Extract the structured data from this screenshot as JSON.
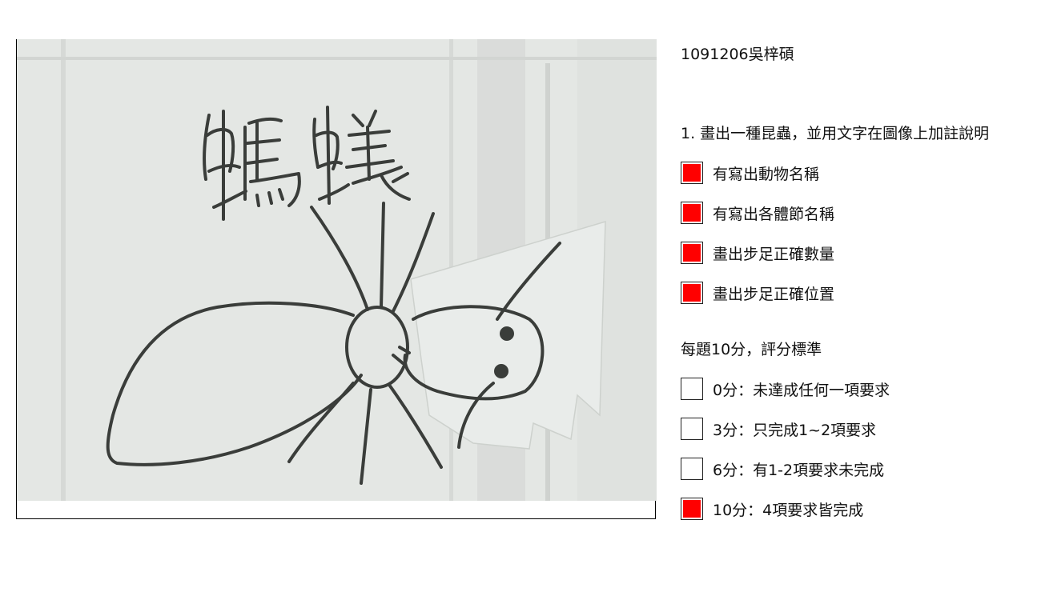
{
  "student_id": "1091206吳梓碩",
  "question": "1. 畫出一種昆蟲，並用文字在圖像上加註說明",
  "criteria": [
    {
      "label": "有寫出動物名稱",
      "checked": true
    },
    {
      "label": "有寫出各體節名稱",
      "checked": true
    },
    {
      "label": "畫出步足正確數量",
      "checked": true
    },
    {
      "label": "畫出步足正確位置",
      "checked": true
    }
  ],
  "scoring_title": "每題10分，評分標準",
  "scores": [
    {
      "label": "0分：未達成任何一項要求",
      "checked": false
    },
    {
      "label": "3分：只完成1~2項要求",
      "checked": false
    },
    {
      "label": "6分：有1-2項要求未完成",
      "checked": false
    },
    {
      "label": "10分：4項要求皆完成",
      "checked": true
    }
  ],
  "photo": {
    "handwritten_label": "螞蟻"
  },
  "colors": {
    "checked_fill": "#ff0000",
    "photo_background": "#e3e6e3",
    "ink": "#3a3d3a"
  }
}
